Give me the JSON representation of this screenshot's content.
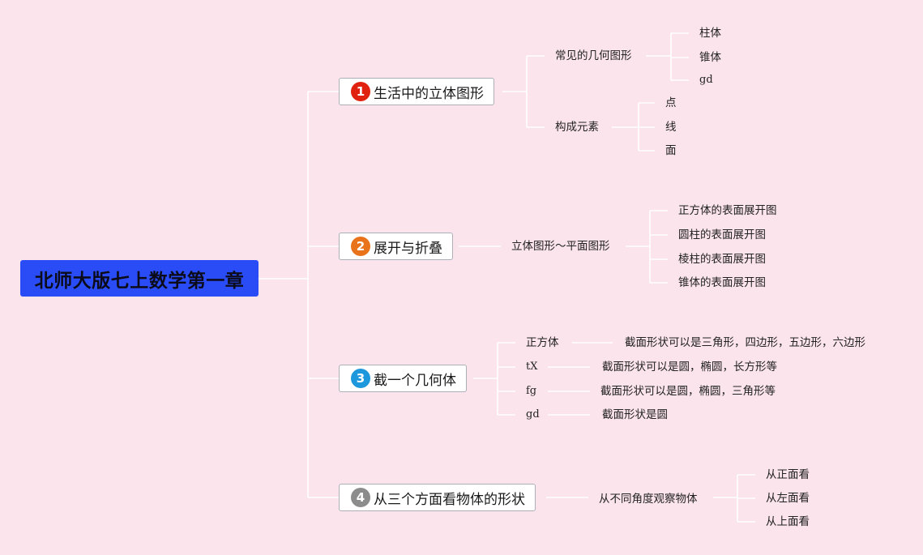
{
  "root": {
    "label": "北师大版七上数学第一章"
  },
  "branches": [
    {
      "number": "1",
      "badge_color": "#e1210f",
      "label": "生活中的立体图形",
      "children": [
        {
          "label": "常见的几何图形",
          "leaves": [
            "柱体",
            "锥体",
            "gd"
          ]
        },
        {
          "label": "构成元素",
          "leaves": [
            "点",
            "线",
            "面"
          ]
        }
      ]
    },
    {
      "number": "2",
      "badge_color": "#e8731a",
      "label": "展开与折叠",
      "children": [
        {
          "label": "立体图形～平面图形",
          "leaves": [
            "正方体的表面展开图",
            "圆柱的表面展开图",
            "棱柱的表面展开图",
            "锥体的表面展开图"
          ]
        }
      ]
    },
    {
      "number": "3",
      "badge_color": "#1e98dc",
      "label": "截一个几何体",
      "children": [
        {
          "label": "正方体",
          "leaves": [
            "截面形状可以是三角形，四边形，五边形，六边形"
          ]
        },
        {
          "label": "tX",
          "leaves": [
            "截面形状可以是圆，椭圆，长方形等"
          ]
        },
        {
          "label": "fg",
          "leaves": [
            "截面形状可以是圆，椭圆，三角形等"
          ]
        },
        {
          "label": "gd",
          "leaves": [
            "截面形状是圆"
          ]
        }
      ]
    },
    {
      "number": "4",
      "badge_color": "#8c8c8c",
      "label": "从三个方面看物体的形状",
      "children": [
        {
          "label": "从不同角度观察物体",
          "leaves": [
            "从正面看",
            "从左面看",
            "从上面看"
          ]
        }
      ]
    }
  ],
  "colors": {
    "background": "#fbe4ec",
    "root_fill": "#2a4cf6",
    "connector": "#ffffff"
  }
}
